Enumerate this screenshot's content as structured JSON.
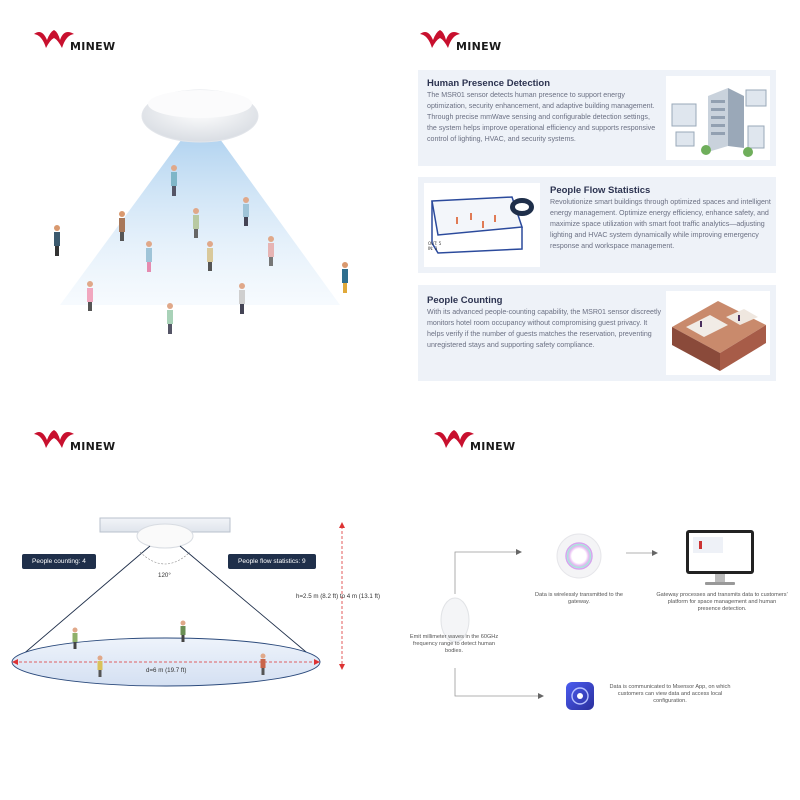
{
  "brand": {
    "name": "MINEW",
    "color": "#c8102e"
  },
  "panel_presence": {
    "title": "Human Presence Detection",
    "body": "The MSR01 sensor detects human presence to support energy optimization, security enhancement, and adaptive building management. Through precise mmWave sensing and configurable detection settings, the system helps improve operational efficiency and supports responsive control of lighting, HVAC, and security systems."
  },
  "panel_flow": {
    "title": "People Flow Statistics",
    "body": "Revolutionize smart buildings through optimized spaces and intelligent energy management. Optimize energy efficiency, enhance safety, and maximize space utilization with smart foot traffic analytics—adjusting lighting and HVAC system dynamically while improving emergency response and workspace management."
  },
  "panel_counting": {
    "title": "People Counting",
    "body": "With its advanced people-counting capability, the MSR01 sensor discreetly monitors hotel room occupancy without compromising guest privacy. It helps verify if the number of guests matches the reservation, preventing unregistered stays and supporting safety compliance."
  },
  "coverage": {
    "people_counting": "People counting: 4",
    "people_flow": "People flow statistics: 9",
    "angle": "120°",
    "height": "h=2.5 m (8.2 ft) to 4 m (13.1 ft)",
    "diameter": "d=6 m (19.7 ft)"
  },
  "workflow": {
    "emit": "Emit millimeter waves in the 60GHz frequency range to detect human bodies.",
    "wireless": "Data is wirelessly transmitted to the gateway.",
    "gateway": "Gateway processes and transmits data to customers' platform for space management and human presence detection.",
    "app": "Data is communicated to Msensor App, on which customers can view data and access local configuration."
  }
}
